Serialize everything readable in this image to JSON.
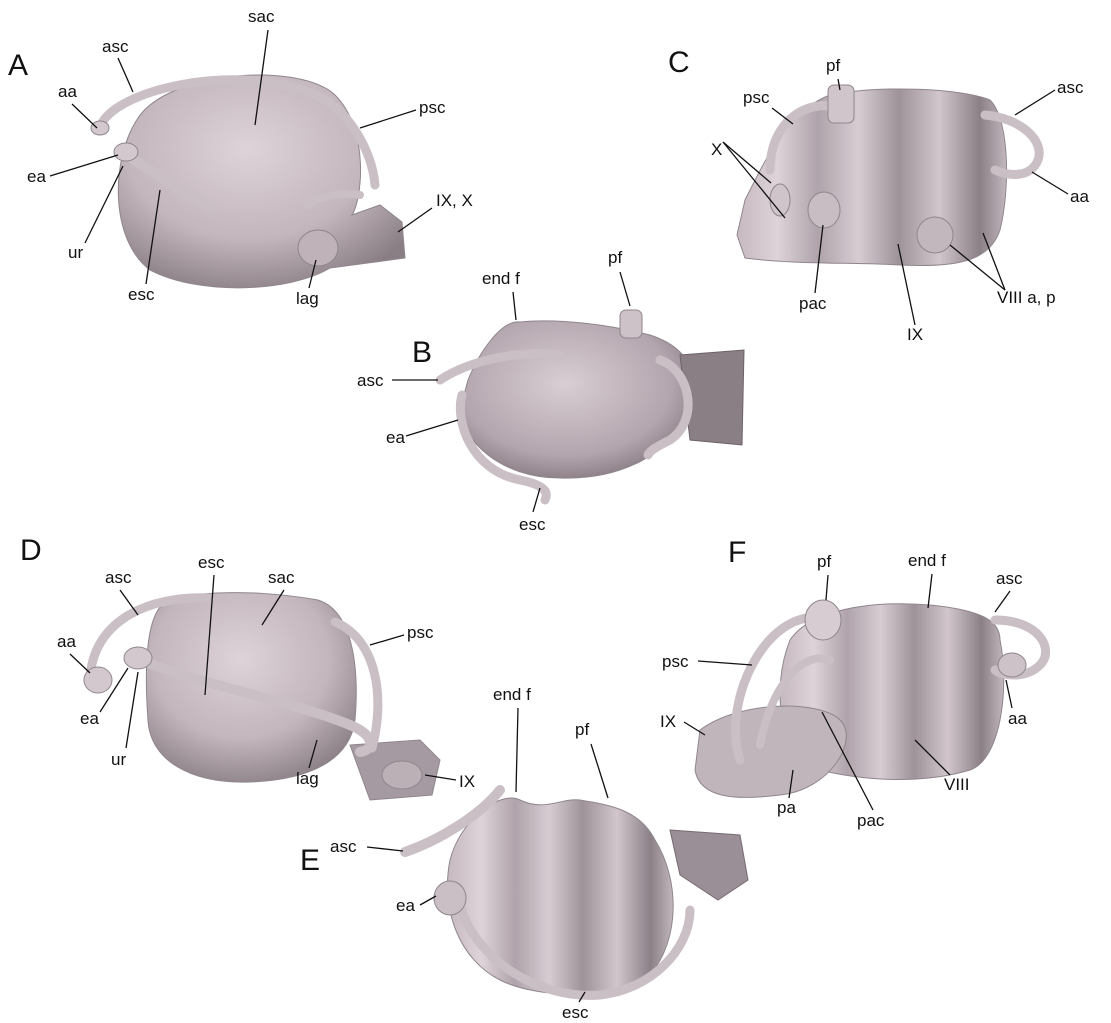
{
  "colors": {
    "background": "#ffffff",
    "specimen_light": "#d8cdd3",
    "specimen_mid": "#b7a9b1",
    "specimen_dark": "#7d7178",
    "canal": "#cbbfc6",
    "text": "#111111"
  },
  "panels": {
    "A": {
      "letter": "A",
      "labels": {
        "sac": "sac",
        "asc": "asc",
        "aa": "aa",
        "psc": "psc",
        "ea": "ea",
        "ur": "ur",
        "ix_x": "IX, X",
        "esc": "esc",
        "lag": "lag"
      }
    },
    "B": {
      "letter": "B",
      "labels": {
        "end_f": "end f",
        "pf": "pf",
        "asc": "asc",
        "ea": "ea",
        "esc": "esc"
      }
    },
    "C": {
      "letter": "C",
      "labels": {
        "pf": "pf",
        "psc": "psc",
        "asc": "asc",
        "x": "X",
        "aa": "aa",
        "pac": "pac",
        "ix": "IX",
        "viii_ap": "VIII a, p"
      }
    },
    "D": {
      "letter": "D",
      "labels": {
        "asc": "asc",
        "esc": "esc",
        "sac": "sac",
        "aa": "aa",
        "psc": "psc",
        "ea": "ea",
        "ur": "ur",
        "lag": "lag",
        "ix": "IX"
      }
    },
    "E": {
      "letter": "E",
      "labels": {
        "end_f": "end f",
        "pf": "pf",
        "asc": "asc",
        "ea": "ea",
        "esc": "esc"
      }
    },
    "F": {
      "letter": "F",
      "labels": {
        "pf": "pf",
        "end_f": "end f",
        "asc": "asc",
        "psc": "psc",
        "ix": "IX",
        "aa": "aa",
        "pa": "pa",
        "pac": "pac",
        "viii": "VIII"
      }
    }
  }
}
